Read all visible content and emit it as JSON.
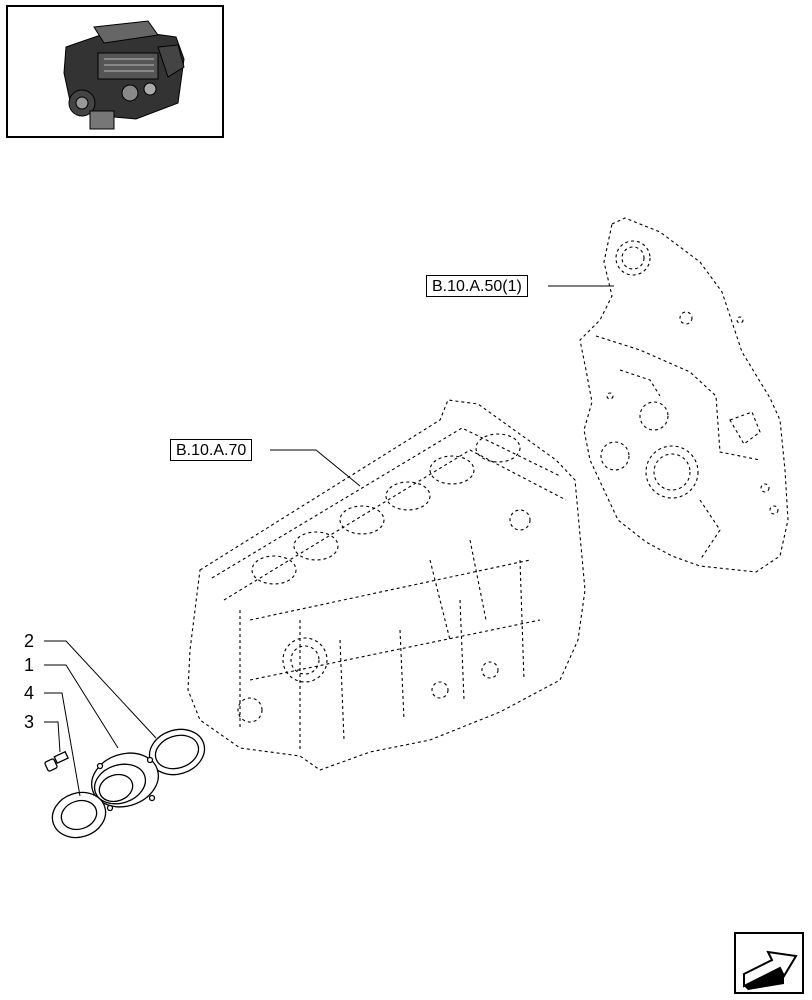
{
  "references": {
    "front_cover": "B.10.A.50(1)",
    "crankcase": "B.10.A.70"
  },
  "callouts": [
    {
      "id": "2",
      "label": "2"
    },
    {
      "id": "1",
      "label": "1"
    },
    {
      "id": "4",
      "label": "4"
    },
    {
      "id": "3",
      "label": "3"
    }
  ],
  "icons": {
    "thumbnail": "engine-thumbnail-icon",
    "navigation": "next-page-arrow-icon"
  },
  "colors": {
    "line": "#000000",
    "background": "#ffffff"
  }
}
